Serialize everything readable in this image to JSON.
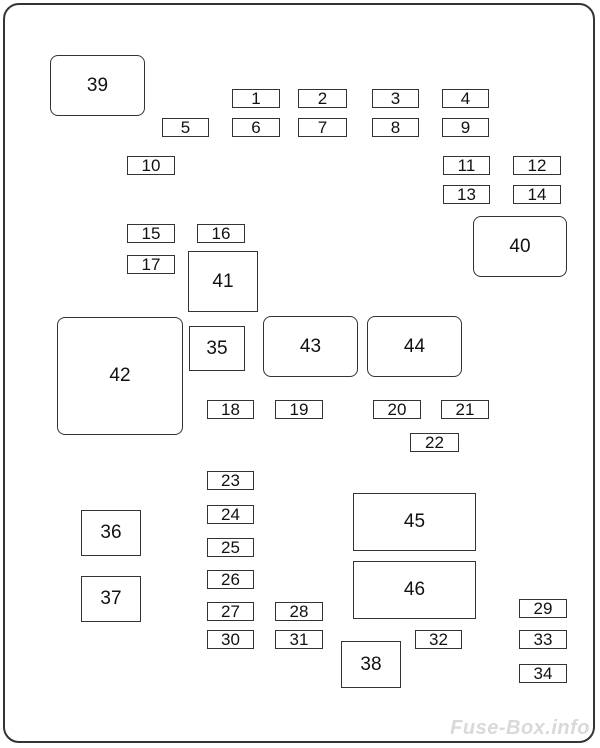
{
  "watermark": "Fuse-Box.info",
  "labels": {
    "c1": "1",
    "c2": "2",
    "c3": "3",
    "c4": "4",
    "c5": "5",
    "c6": "6",
    "c7": "7",
    "c8": "8",
    "c9": "9",
    "c10": "10",
    "c11": "11",
    "c12": "12",
    "c13": "13",
    "c14": "14",
    "c15": "15",
    "c16": "16",
    "c17": "17",
    "c18": "18",
    "c19": "19",
    "c20": "20",
    "c21": "21",
    "c22": "22",
    "c23": "23",
    "c24": "24",
    "c25": "25",
    "c26": "26",
    "c27": "27",
    "c28": "28",
    "c29": "29",
    "c30": "30",
    "c31": "31",
    "c32": "32",
    "c33": "33",
    "c34": "34",
    "c35": "35",
    "c36": "36",
    "c37": "37",
    "c38": "38",
    "c39": "39",
    "c40": "40",
    "c41": "41",
    "c42": "42",
    "c43": "43",
    "c44": "44",
    "c45": "45",
    "c46": "46"
  }
}
